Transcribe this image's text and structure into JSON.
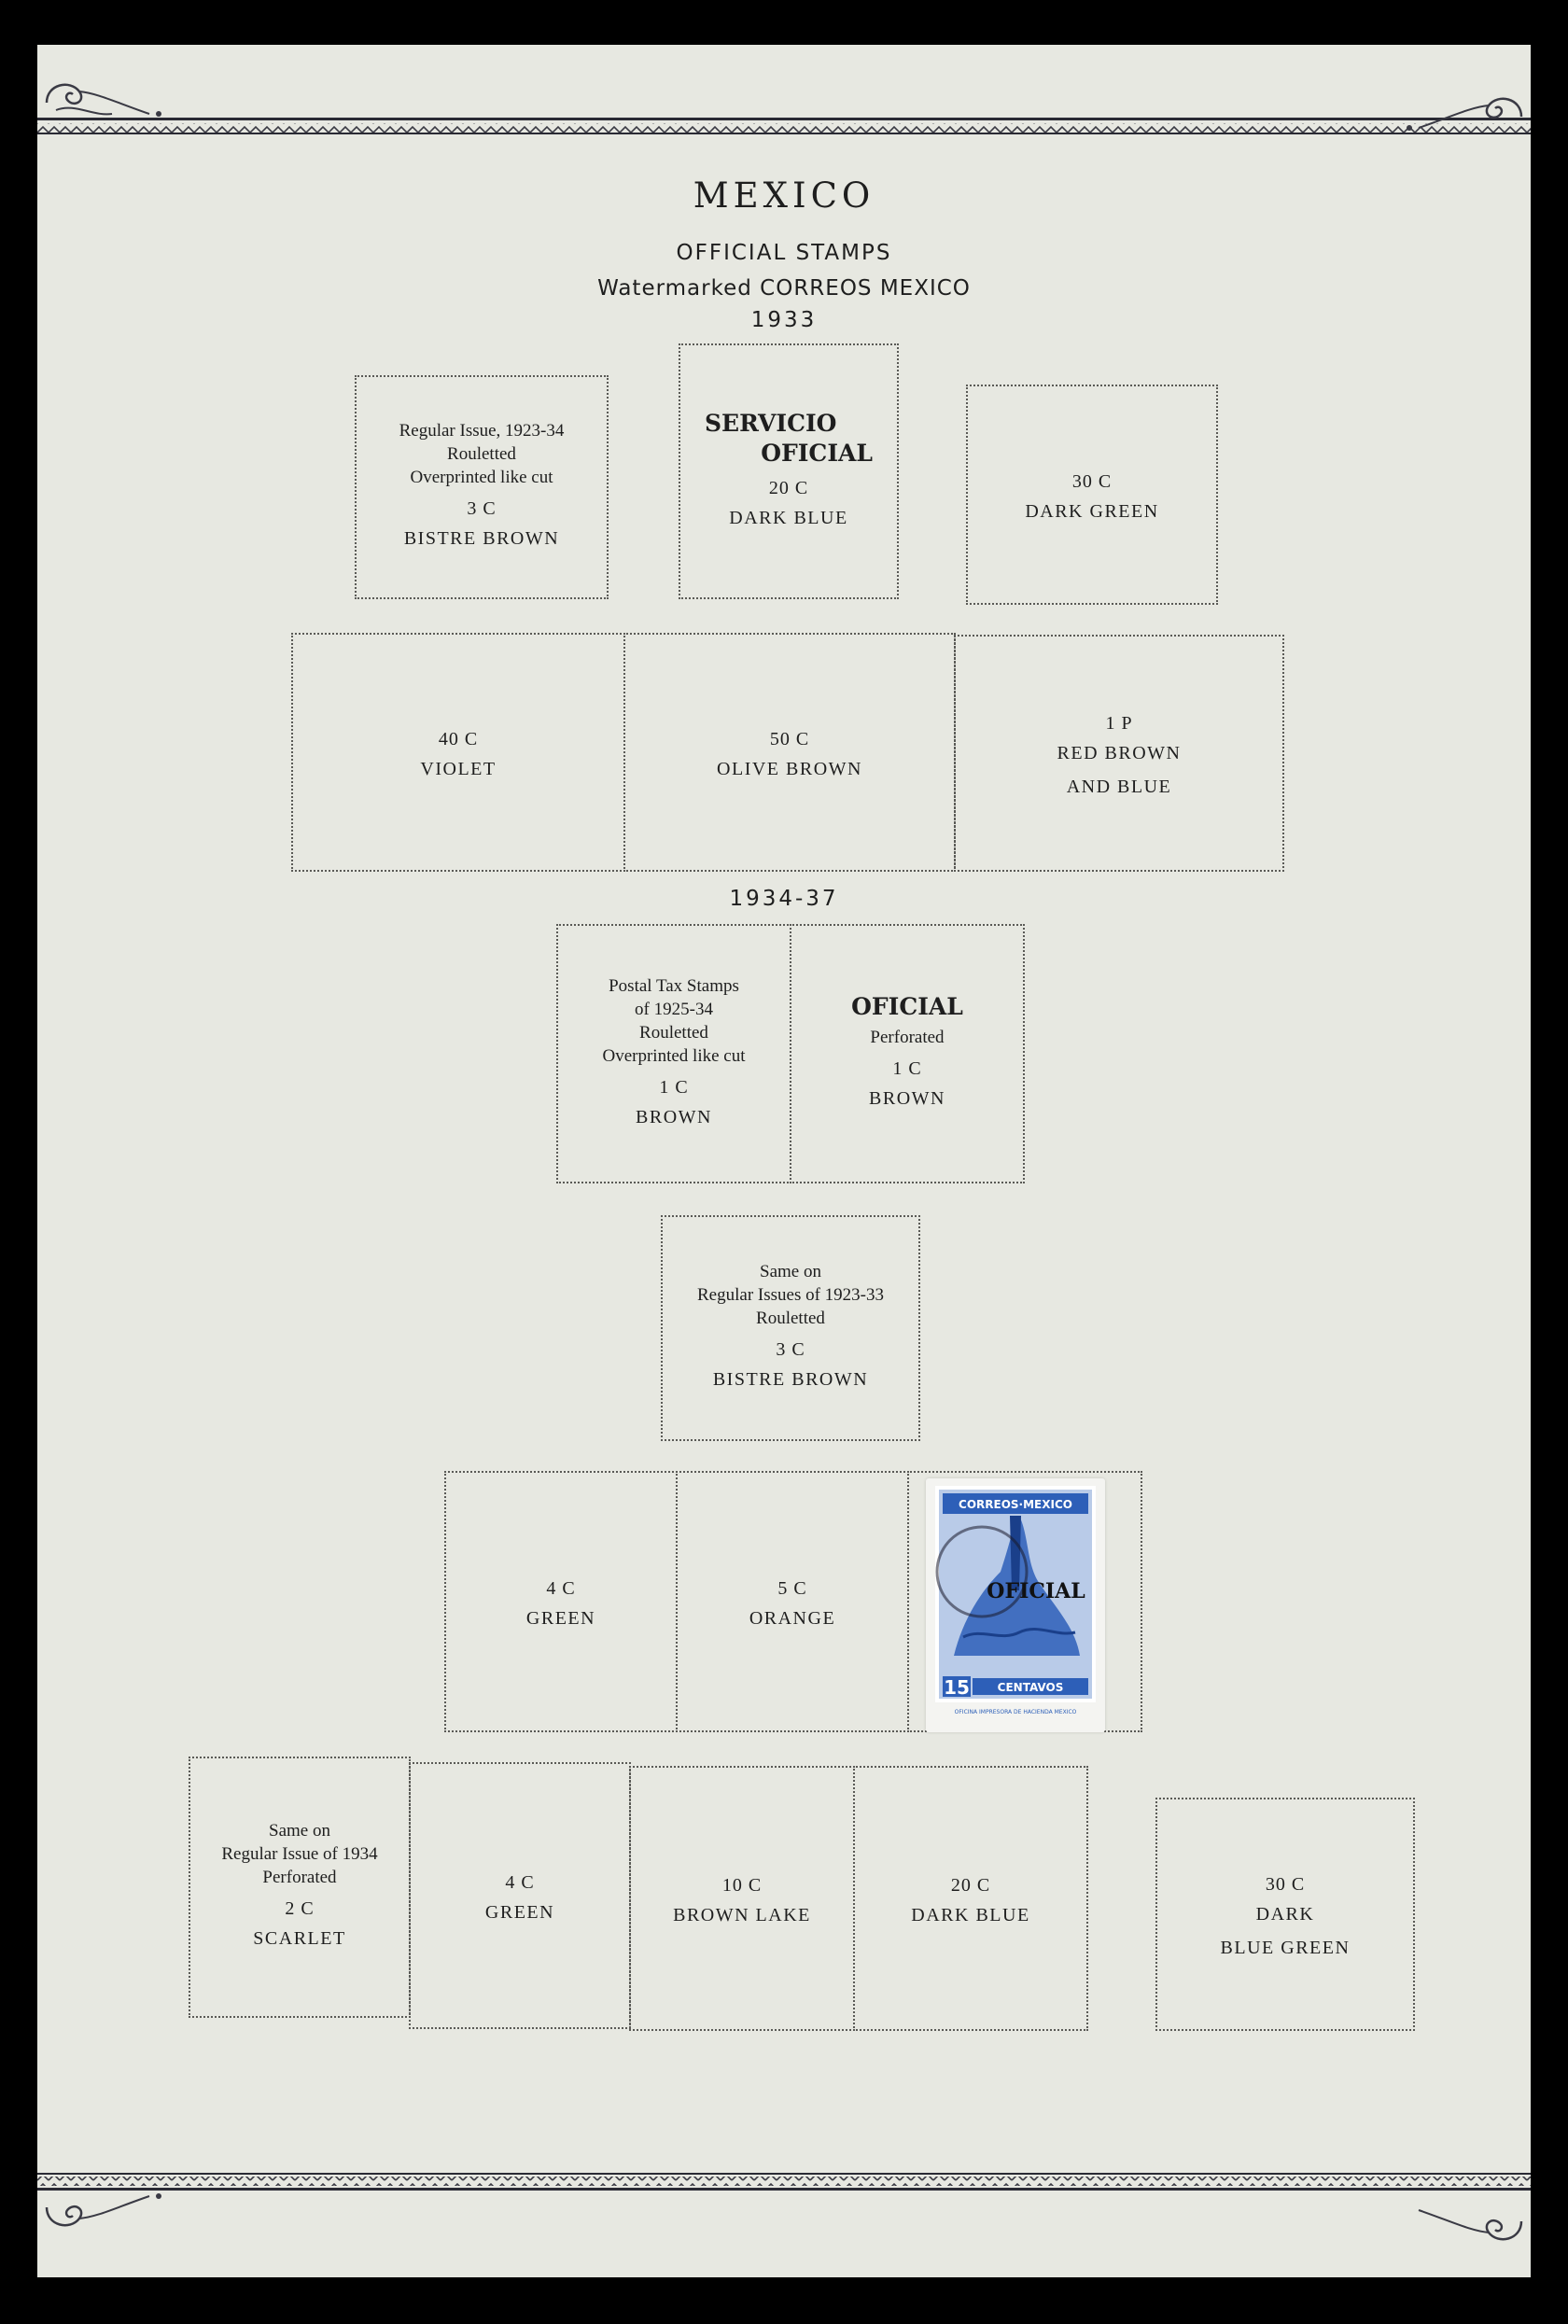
{
  "header": {
    "country": "MEXICO",
    "section": "OFFICIAL STAMPS",
    "watermark": "Watermarked CORREOS MEXICO",
    "year_1933": "1933",
    "year_1934": "1934-37"
  },
  "boxes_1933_row1": [
    {
      "lines": [
        "Regular Issue, 1923-34",
        "Rouletted",
        "Overprinted like cut"
      ],
      "value": "3 C",
      "color": "BISTRE BROWN"
    },
    {
      "overprint": [
        "SERVICIO",
        "OFICIAL"
      ],
      "value": "20 C",
      "color": "DARK BLUE"
    },
    {
      "value": "30 C",
      "color": "DARK GREEN"
    }
  ],
  "boxes_1933_row2": [
    {
      "value": "40 C",
      "color": "VIOLET"
    },
    {
      "value": "50 C",
      "color": "OLIVE BROWN"
    },
    {
      "value": "1 P",
      "color_lines": [
        "RED BROWN",
        "AND BLUE"
      ]
    }
  ],
  "boxes_1934_row1": [
    {
      "lines": [
        "Postal Tax Stamps",
        "of 1925-34",
        "Rouletted",
        "Overprinted like cut"
      ],
      "value": "1 C",
      "color": "BROWN"
    },
    {
      "overprint": "OFICIAL",
      "note": "Perforated",
      "value": "1 C",
      "color": "BROWN"
    }
  ],
  "box_1934_row2": {
    "lines": [
      "Same on",
      "Regular Issues of 1923-33",
      "Rouletted"
    ],
    "value": "3 C",
    "color": "BISTRE BROWN"
  },
  "boxes_1934_row3": [
    {
      "value": "4 C",
      "color": "GREEN"
    },
    {
      "value": "5 C",
      "color": "ORANGE"
    }
  ],
  "mounted_stamp": {
    "top_label": "CORREOS·MEXICO",
    "overprint": "OFICIAL",
    "denomination": "15",
    "currency": "CENTAVOS",
    "printer": "OFICINA IMPRESORA DE HACIENDA MEXICO",
    "ink_color": "#2d5fb8"
  },
  "boxes_1934_row4": [
    {
      "lines": [
        "Same on",
        "Regular Issue of 1934",
        "Perforated"
      ],
      "value": "2 C",
      "color": "SCARLET"
    },
    {
      "value": "4 C",
      "color": "GREEN"
    },
    {
      "value": "10 C",
      "color": "BROWN LAKE"
    },
    {
      "value": "20 C",
      "color": "DARK BLUE"
    },
    {
      "value": "30 C",
      "color_lines": [
        "DARK",
        "BLUE GREEN"
      ]
    }
  ],
  "colors": {
    "page": "#e7e8e1",
    "ink": "#1e1e1e",
    "border": "#3a3a44"
  }
}
